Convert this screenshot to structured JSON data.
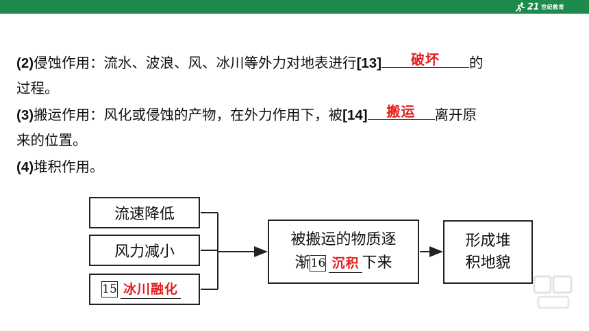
{
  "header": {
    "brand_color": "#1e8a4c",
    "logo_text": "21",
    "logo_sub": "世纪教育",
    "logo_icon": "runner-icon"
  },
  "para2": {
    "num": "(2)",
    "text_a": "侵蚀作用：流水、波浪、风、冰川等外力对地表进行",
    "bracket": "[13]",
    "answer": "破坏",
    "text_b": "的",
    "text_c": "过程。"
  },
  "para3": {
    "num": "(3)",
    "text_a": "搬运作用：风化或侵蚀的产物，在外力作用下，被",
    "bracket": "[14]",
    "answer": "搬运",
    "text_b": "离开原",
    "text_c": "来的位置。"
  },
  "para4": {
    "num": "(4)",
    "text_a": "堆积作用。"
  },
  "diagram": {
    "box1": "流速降低",
    "box2": "风力减小",
    "box3_num": "15",
    "box3_answer": "冰川融化",
    "mid_line1": "被搬运的物质逐",
    "mid_line2_a": "渐",
    "mid_num": "16",
    "mid_answer": "沉积",
    "mid_line2_b": "下来",
    "right_line1": "形成堆",
    "right_line2": "积地貌"
  },
  "colors": {
    "answer": "#e0201e",
    "text": "#111111"
  }
}
